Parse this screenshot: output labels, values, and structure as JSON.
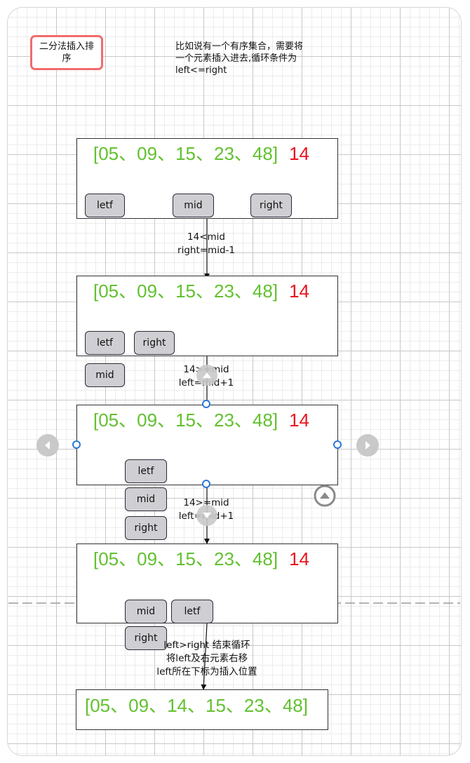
{
  "title": "二分法插入排序",
  "note": [
    "比如说有一个有序集合，需要将",
    "一个元素插入进去,循环条件为",
    "left<=right"
  ],
  "array": "[05、09、15、23、48]",
  "insert_value": "14",
  "final_array": "[05、09、14、15、23、48]",
  "stages": [
    {
      "pointers": [
        "letf",
        "mid",
        "right"
      ]
    },
    {
      "pointers": [
        "letf",
        "right"
      ],
      "outside": [
        "mid"
      ]
    },
    {
      "pointers": [
        "letf"
      ],
      "outside": [
        "mid",
        "right"
      ]
    },
    {
      "pointers": [
        "mid",
        "letf"
      ],
      "outside": [
        "right"
      ]
    }
  ],
  "conditions": [
    [
      "14<mid",
      "right=mid-1"
    ],
    [
      "14>=mid",
      "left=mid+1"
    ],
    [
      "14>=mid",
      "left=mid+1"
    ],
    [
      "left>right 结束循环",
      "将left及右元素右移",
      "left所在下标为插入位置"
    ]
  ],
  "colors": {
    "array": "#62c12f",
    "insert": "#e8141e",
    "title_border": "#f26b6b",
    "pointer_fill": "#cfcfd3",
    "handle": "#2b78d8"
  },
  "icons": [
    "nav-left-icon",
    "nav-right-icon",
    "up-arrow-icon",
    "down-arrow-icon",
    "collapse-up-icon"
  ]
}
